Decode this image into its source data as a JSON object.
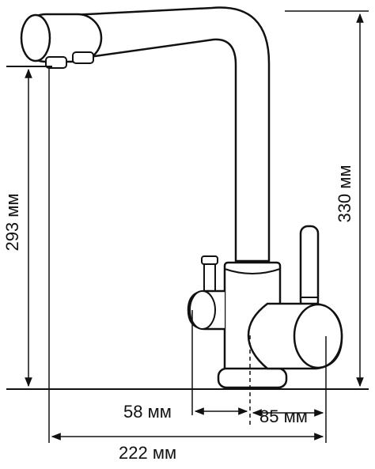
{
  "diagram": {
    "subject": "kitchen-faucet-dimension-drawing",
    "colors": {
      "ink": "#111111",
      "background": "#ffffff"
    },
    "dimensions": {
      "spout_height": "293 мм",
      "total_height": "330 мм",
      "handle_offset": "58 мм",
      "body_to_handle_end": "85 мм",
      "spout_reach": "222 мм"
    }
  }
}
